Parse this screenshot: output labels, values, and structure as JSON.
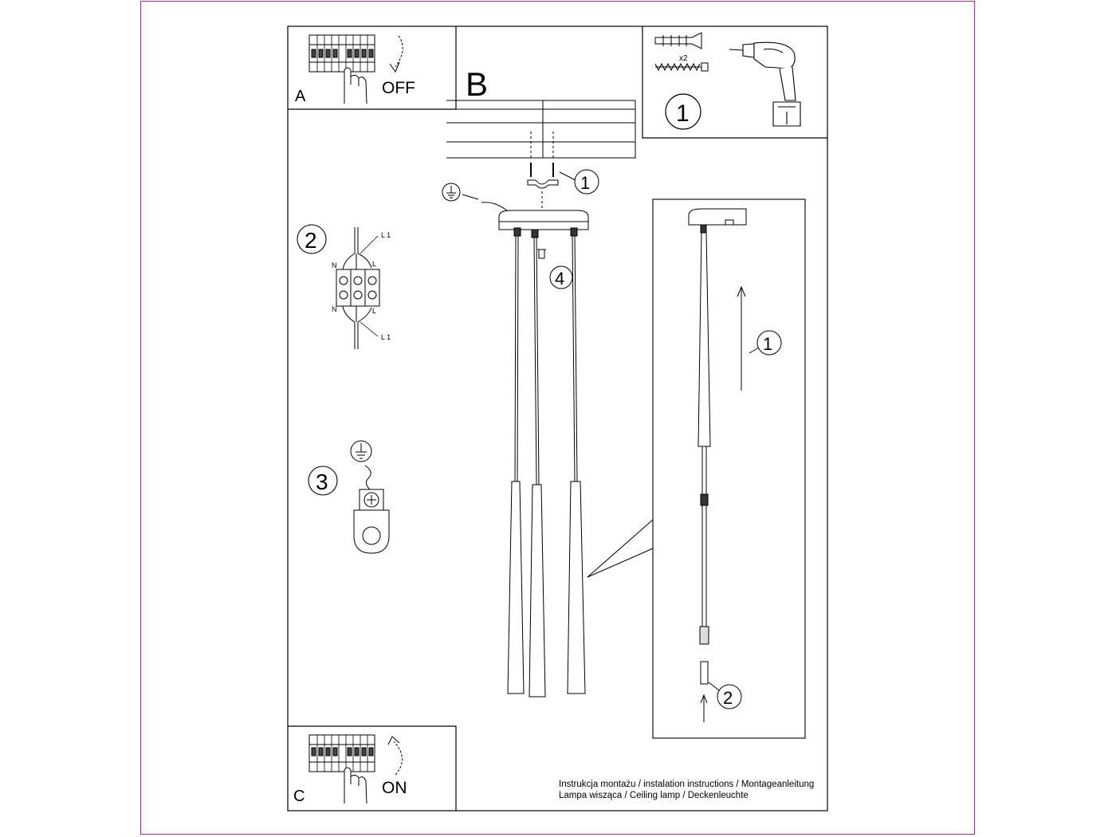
{
  "colors": {
    "frame": "#8b3a8b",
    "line": "#000000",
    "paper": "#ffffff",
    "shade": "#d9d9d9"
  },
  "panel_a": {
    "letter": "A",
    "action": "OFF",
    "icon": "circuit-breaker-hand-icon"
  },
  "panel_c": {
    "letter": "C",
    "action": "ON",
    "icon": "circuit-breaker-hand-icon"
  },
  "panel_b": {
    "letter": "B"
  },
  "tools": {
    "step": "1",
    "quantity": "x2",
    "icons": [
      "wall-plug-icon",
      "screw-icon",
      "drill-icon"
    ]
  },
  "wiring": {
    "step": "2",
    "labels": {
      "l1_top": "L 1",
      "l_top": "L",
      "n_top": "N",
      "n_bottom": "N",
      "l_bottom": "L",
      "l1_bottom": "L 1"
    }
  },
  "ground": {
    "step": "3",
    "icon": "ground-symbol-icon"
  },
  "main_callouts": {
    "bracket": "1",
    "screw": "4",
    "ground_icon": "ground-symbol-icon"
  },
  "detail": {
    "raise": "1",
    "connector": "2"
  },
  "footer": {
    "line1": "Instrukcja montażu / instalation instructions / Montageanleitung",
    "line2": "Lampa wisząca / Ceiling lamp / Deckenleuchte"
  }
}
